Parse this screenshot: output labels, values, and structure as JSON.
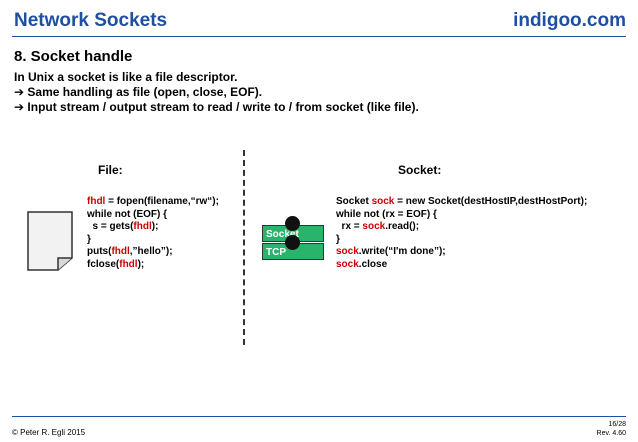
{
  "header": {
    "title": "Network Sockets",
    "brand": "indigoo.com"
  },
  "section": {
    "heading": "8. Socket handle",
    "intro": [
      {
        "arrow": "",
        "text": "In Unix a socket is like a file descriptor."
      },
      {
        "arrow": "➔",
        "text": "Same handling as file (open, close, EOF)."
      },
      {
        "arrow": "➔",
        "text": "Input stream / output stream to read / write to / from socket (like file)."
      }
    ]
  },
  "file": {
    "label": "File:",
    "code": [
      {
        "hl": "fhdl",
        "rest": " = fopen(filename,“rw“);"
      },
      {
        "pre": "while not (EOF) {"
      },
      {
        "pre": "  s = gets(",
        "hl": "fhdl",
        "post": ");"
      },
      {
        "pre": "}"
      },
      {
        "pre": "puts(",
        "hl": "fhdl",
        "post": ",”hello”);"
      },
      {
        "pre": "fclose(",
        "hl": "fhdl",
        "post": ");"
      }
    ]
  },
  "socket": {
    "label": "Socket:",
    "stack": {
      "top": "Socket",
      "bottom": "TCP"
    },
    "code": [
      {
        "pre": "Socket ",
        "hl": "sock",
        "post": " = new Socket(destHostIP,destHostPort);"
      },
      {
        "pre": "while not (rx = EOF) {"
      },
      {
        "pre": "  rx = ",
        "hl": "sock",
        "post": ".read();"
      },
      {
        "pre": "}"
      },
      {
        "hl": "sock",
        "post": ".write(“I'm done”);"
      },
      {
        "hl": "sock",
        "post": ".close"
      }
    ]
  },
  "footer": {
    "copyright": "© Peter R. Egli 2015",
    "page": "16/28",
    "rev": "Rev. 4.60"
  },
  "colors": {
    "accent": "#1f4fa0",
    "highlight": "#cc0000",
    "layer": "#2ab36a"
  },
  "icons": [
    "document-icon",
    "socket-endpoint-icon"
  ]
}
